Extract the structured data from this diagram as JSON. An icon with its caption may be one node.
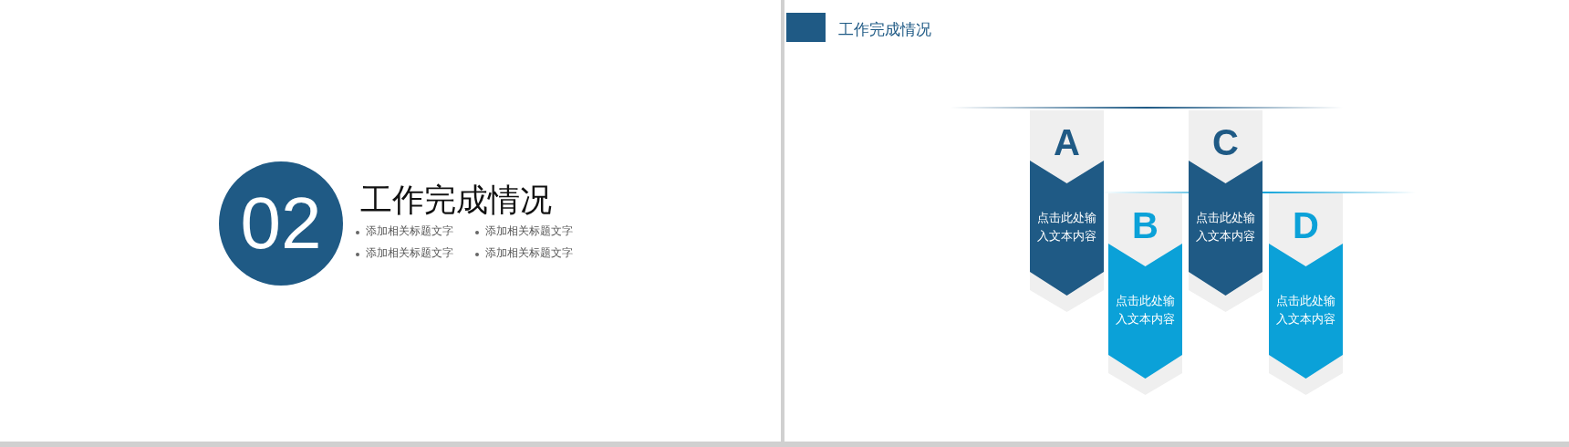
{
  "diagram": {
    "nodes": [
      {
        "text": [
          "02"
        ]
      },
      {
        "text": [
          "A",
          "点击此处输入文本内容"
        ]
      },
      {
        "text": [
          "B",
          "点击此处输入文本内容"
        ]
      },
      {
        "text": [
          "C",
          "点击此处输入文本内容"
        ]
      },
      {
        "text": [
          "D",
          "点击此处输入文本内容"
        ]
      }
    ],
    "labels": [
      "工作完成情况",
      "添加相关标题文字",
      "添加相关标题文字",
      "添加相关标题文字",
      "添加相关标题文字",
      "工作完成情况"
    ]
  }
}
